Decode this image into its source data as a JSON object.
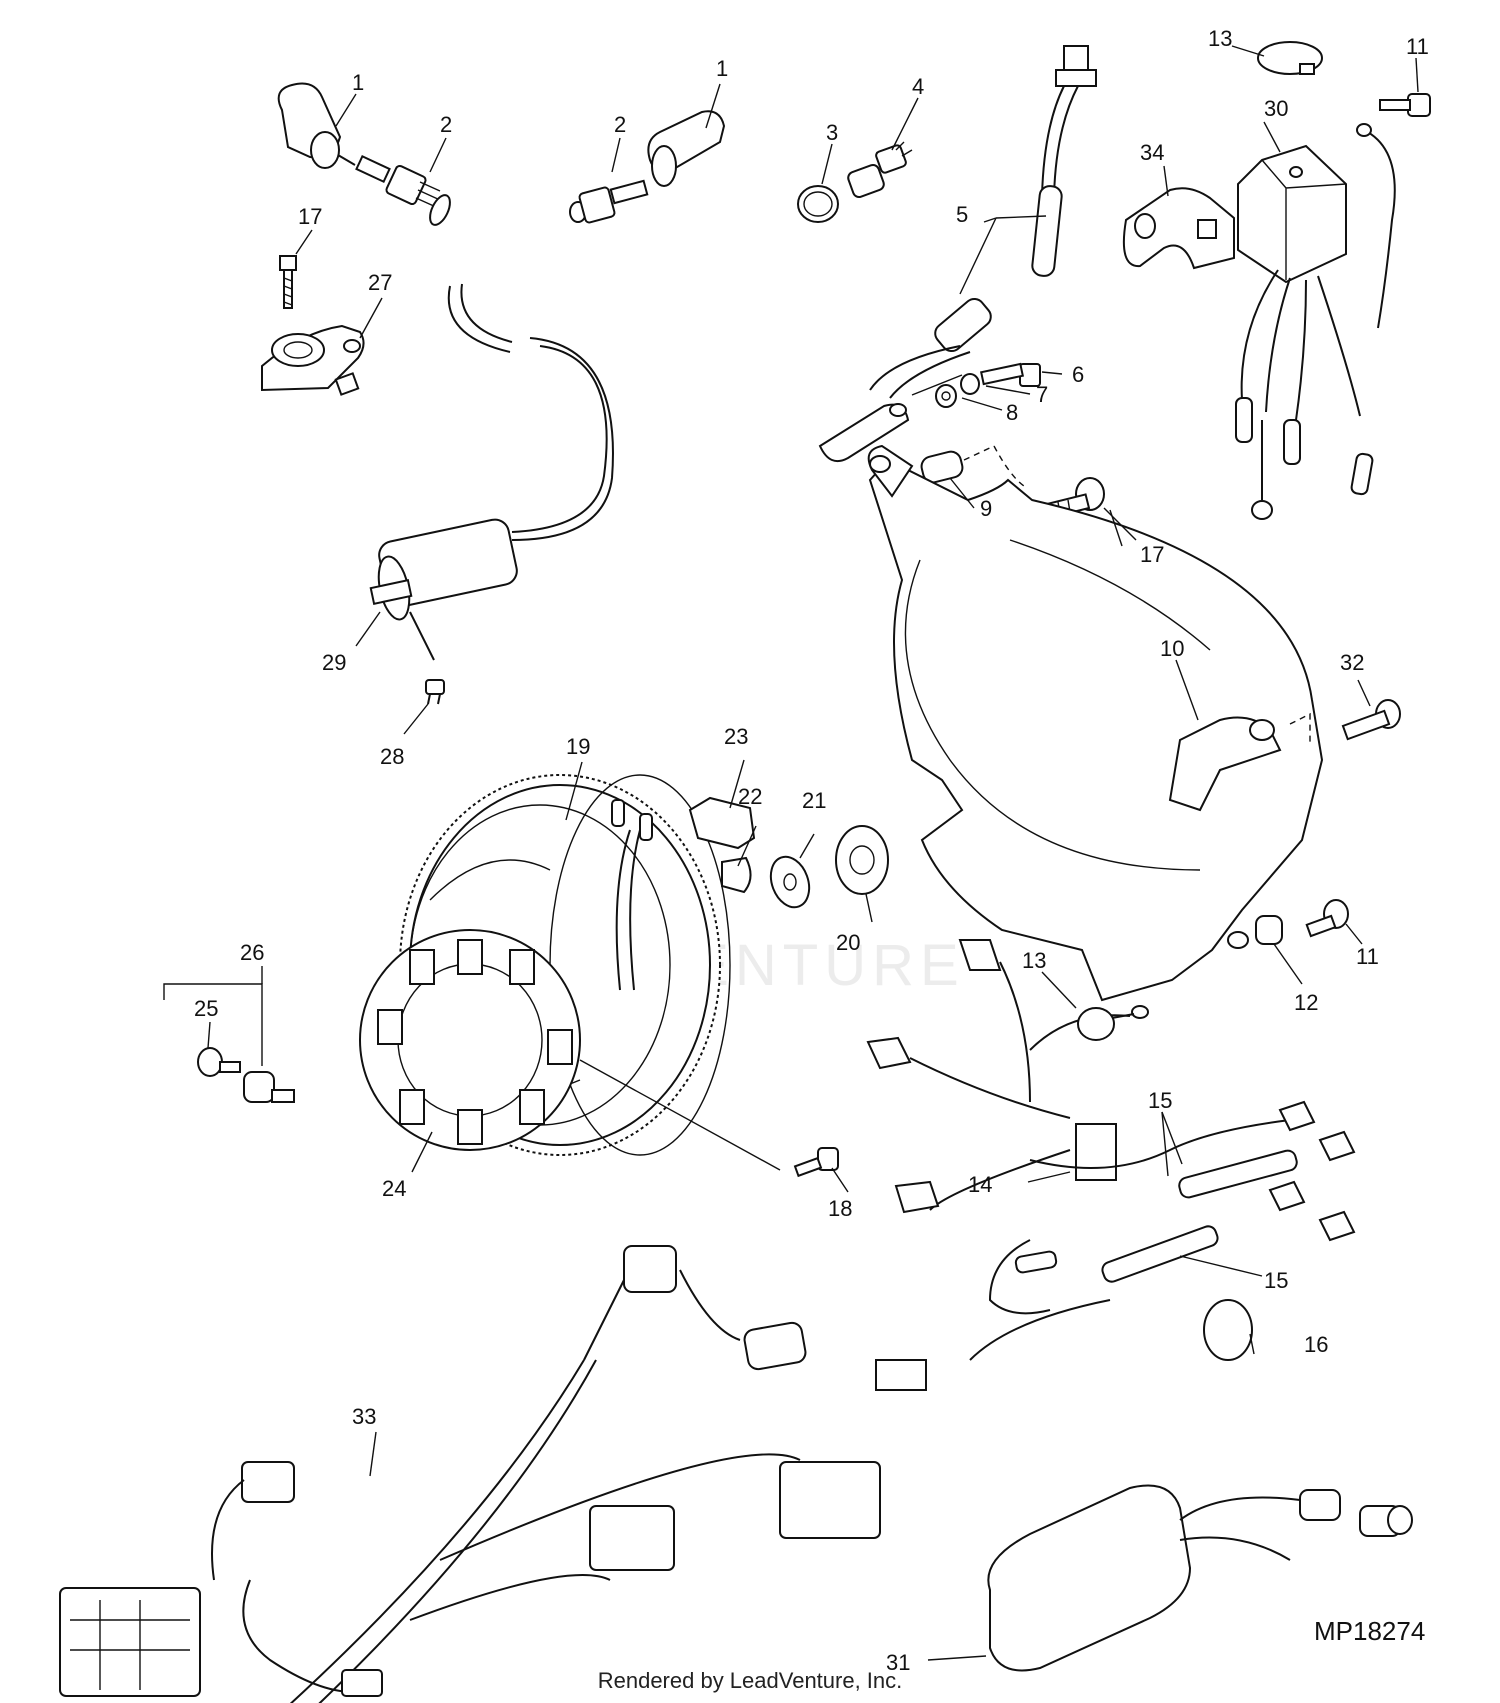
{
  "diagram": {
    "figure_id": "MP18274",
    "watermark": "LEADVENTURE",
    "footer": "Rendered by LeadVenture, Inc."
  },
  "callouts": [
    {
      "id": "c1a",
      "label": "1"
    },
    {
      "id": "c2a",
      "label": "2"
    },
    {
      "id": "c2b",
      "label": "2"
    },
    {
      "id": "c1b",
      "label": "1"
    },
    {
      "id": "c3",
      "label": "3"
    },
    {
      "id": "c4",
      "label": "4"
    },
    {
      "id": "c5",
      "label": "5"
    },
    {
      "id": "c6",
      "label": "6"
    },
    {
      "id": "c7",
      "label": "7"
    },
    {
      "id": "c8",
      "label": "8"
    },
    {
      "id": "c9",
      "label": "9"
    },
    {
      "id": "c10",
      "label": "10"
    },
    {
      "id": "c11a",
      "label": "11"
    },
    {
      "id": "c11b",
      "label": "11"
    },
    {
      "id": "c12",
      "label": "12"
    },
    {
      "id": "c13a",
      "label": "13"
    },
    {
      "id": "c13b",
      "label": "13"
    },
    {
      "id": "c14",
      "label": "14"
    },
    {
      "id": "c15a",
      "label": "15"
    },
    {
      "id": "c15b",
      "label": "15"
    },
    {
      "id": "c16",
      "label": "16"
    },
    {
      "id": "c17a",
      "label": "17"
    },
    {
      "id": "c17b",
      "label": "17"
    },
    {
      "id": "c18",
      "label": "18"
    },
    {
      "id": "c19",
      "label": "19"
    },
    {
      "id": "c20",
      "label": "20"
    },
    {
      "id": "c21",
      "label": "21"
    },
    {
      "id": "c22",
      "label": "22"
    },
    {
      "id": "c23",
      "label": "23"
    },
    {
      "id": "c24",
      "label": "24"
    },
    {
      "id": "c25",
      "label": "25"
    },
    {
      "id": "c26",
      "label": "26"
    },
    {
      "id": "c27",
      "label": "27"
    },
    {
      "id": "c28",
      "label": "28"
    },
    {
      "id": "c29",
      "label": "29"
    },
    {
      "id": "c30",
      "label": "30"
    },
    {
      "id": "c31",
      "label": "31"
    },
    {
      "id": "c32",
      "label": "32"
    },
    {
      "id": "c33",
      "label": "33"
    },
    {
      "id": "c34",
      "label": "34"
    }
  ]
}
